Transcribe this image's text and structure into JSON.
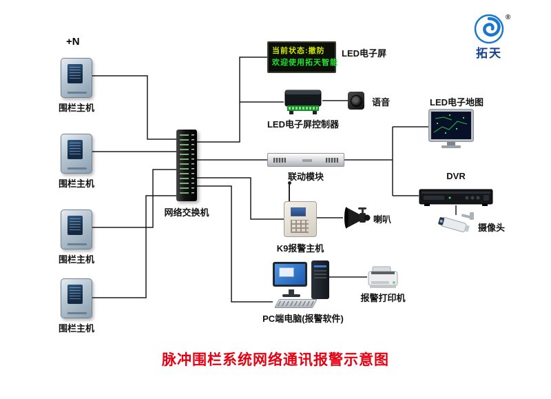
{
  "title": "脉冲围栏系统网络通讯报警示意图",
  "annotation": {
    "plus_n": "+N"
  },
  "logo": {
    "brand": "拓天",
    "reg": "®"
  },
  "led_screen": {
    "line1": "当前状态:撤防",
    "line2": "欢迎使用拓天智能",
    "label": "LED电子屏"
  },
  "devices": {
    "fence_hosts": [
      {
        "label": "围栏主机"
      },
      {
        "label": "围栏主机"
      },
      {
        "label": "围栏主机"
      },
      {
        "label": "围栏主机"
      }
    ],
    "switch": {
      "label": "网络交换机"
    },
    "led_controller": {
      "label": "LED电子屏控制器"
    },
    "voice": {
      "label": "语音"
    },
    "linkage_module": {
      "label": "联动模块"
    },
    "led_map": {
      "label": "LED电子地图"
    },
    "dvr": {
      "label": "DVR"
    },
    "camera": {
      "label": "摄像头"
    },
    "k9_host": {
      "label": "K9报警主机"
    },
    "horn": {
      "label": "喇叭"
    },
    "pc": {
      "label": "PC端电脑(报警软件)"
    },
    "printer": {
      "label": "报警打印机"
    }
  },
  "colors": {
    "title_red": "#e60012",
    "led_text_yellow": "#cfe600",
    "led_text_green": "#1ee62e",
    "logo_blue": "#1877cf"
  }
}
